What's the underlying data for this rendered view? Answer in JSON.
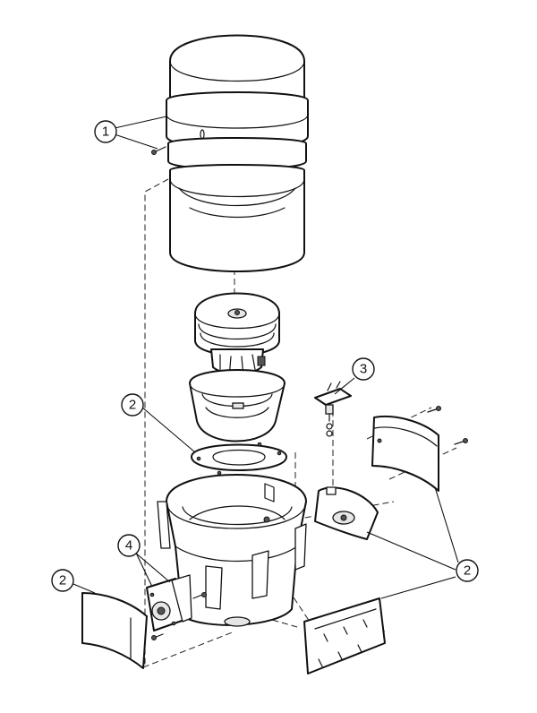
{
  "callouts": [
    {
      "id": "c1",
      "label": "1",
      "part": "upper-housing-screws"
    },
    {
      "id": "c2a",
      "label": "2",
      "part": "filter-mounting-plate"
    },
    {
      "id": "c2b",
      "label": "2",
      "part": "left-side-cover"
    },
    {
      "id": "c2c",
      "label": "2",
      "part": "right-covers-and-bottom-plate"
    },
    {
      "id": "c3",
      "label": "3",
      "part": "thermostat-switch"
    },
    {
      "id": "c4",
      "label": "4",
      "part": "receptacle-plate"
    }
  ]
}
